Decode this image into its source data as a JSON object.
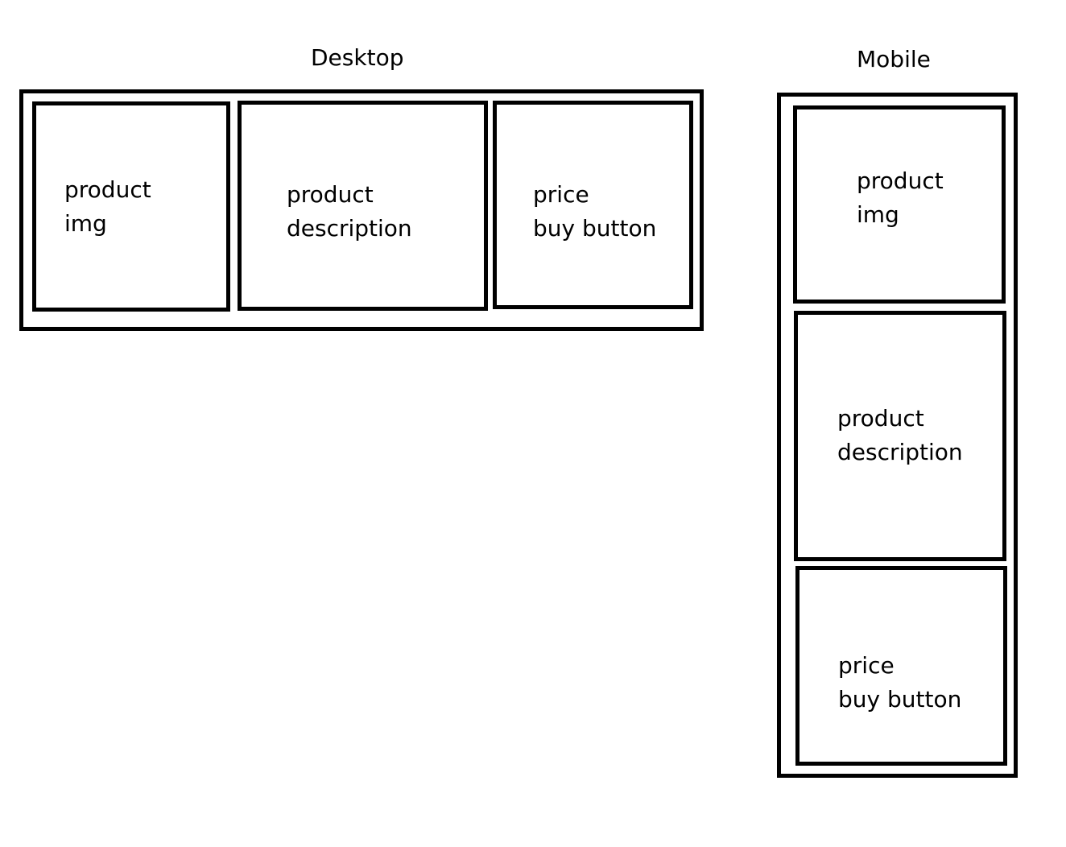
{
  "desktop": {
    "title": "Desktop",
    "boxes": [
      {
        "lines": [
          "product",
          "img"
        ]
      },
      {
        "lines": [
          "product",
          "description"
        ]
      },
      {
        "lines": [
          "price",
          "buy button"
        ]
      }
    ]
  },
  "mobile": {
    "title": "Mobile",
    "boxes": [
      {
        "lines": [
          "product",
          "img"
        ]
      },
      {
        "lines": [
          "product",
          "description"
        ]
      },
      {
        "lines": [
          "price",
          "buy button"
        ]
      }
    ]
  }
}
